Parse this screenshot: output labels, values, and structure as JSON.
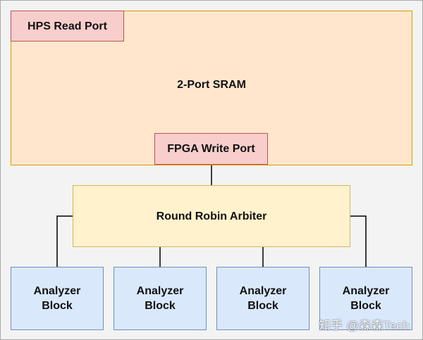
{
  "diagram": {
    "sram": {
      "label": "2-Port SRAM",
      "fill": "#ffe6cc",
      "stroke": "#d79b00"
    },
    "hps_read_port": {
      "label": "HPS Read Port",
      "fill": "#f8cecc",
      "stroke": "#b85450"
    },
    "fpga_write_port": {
      "label": "FPGA Write Port",
      "fill": "#f8cecc",
      "stroke": "#b85450"
    },
    "arbiter": {
      "label": "Round Robin Arbiter",
      "fill": "#fff2cc",
      "stroke": "#d6b656"
    },
    "analyzers": [
      {
        "label": "Analyzer\nBlock"
      },
      {
        "label": "Analyzer\nBlock"
      },
      {
        "label": "Analyzer\nBlock"
      },
      {
        "label": "Analyzer\nBlock"
      }
    ],
    "analyzer_colors": {
      "fill": "#dae8fc",
      "stroke": "#6c8ebf"
    }
  },
  "watermark": {
    "text": "知乎 @森森Tech"
  }
}
